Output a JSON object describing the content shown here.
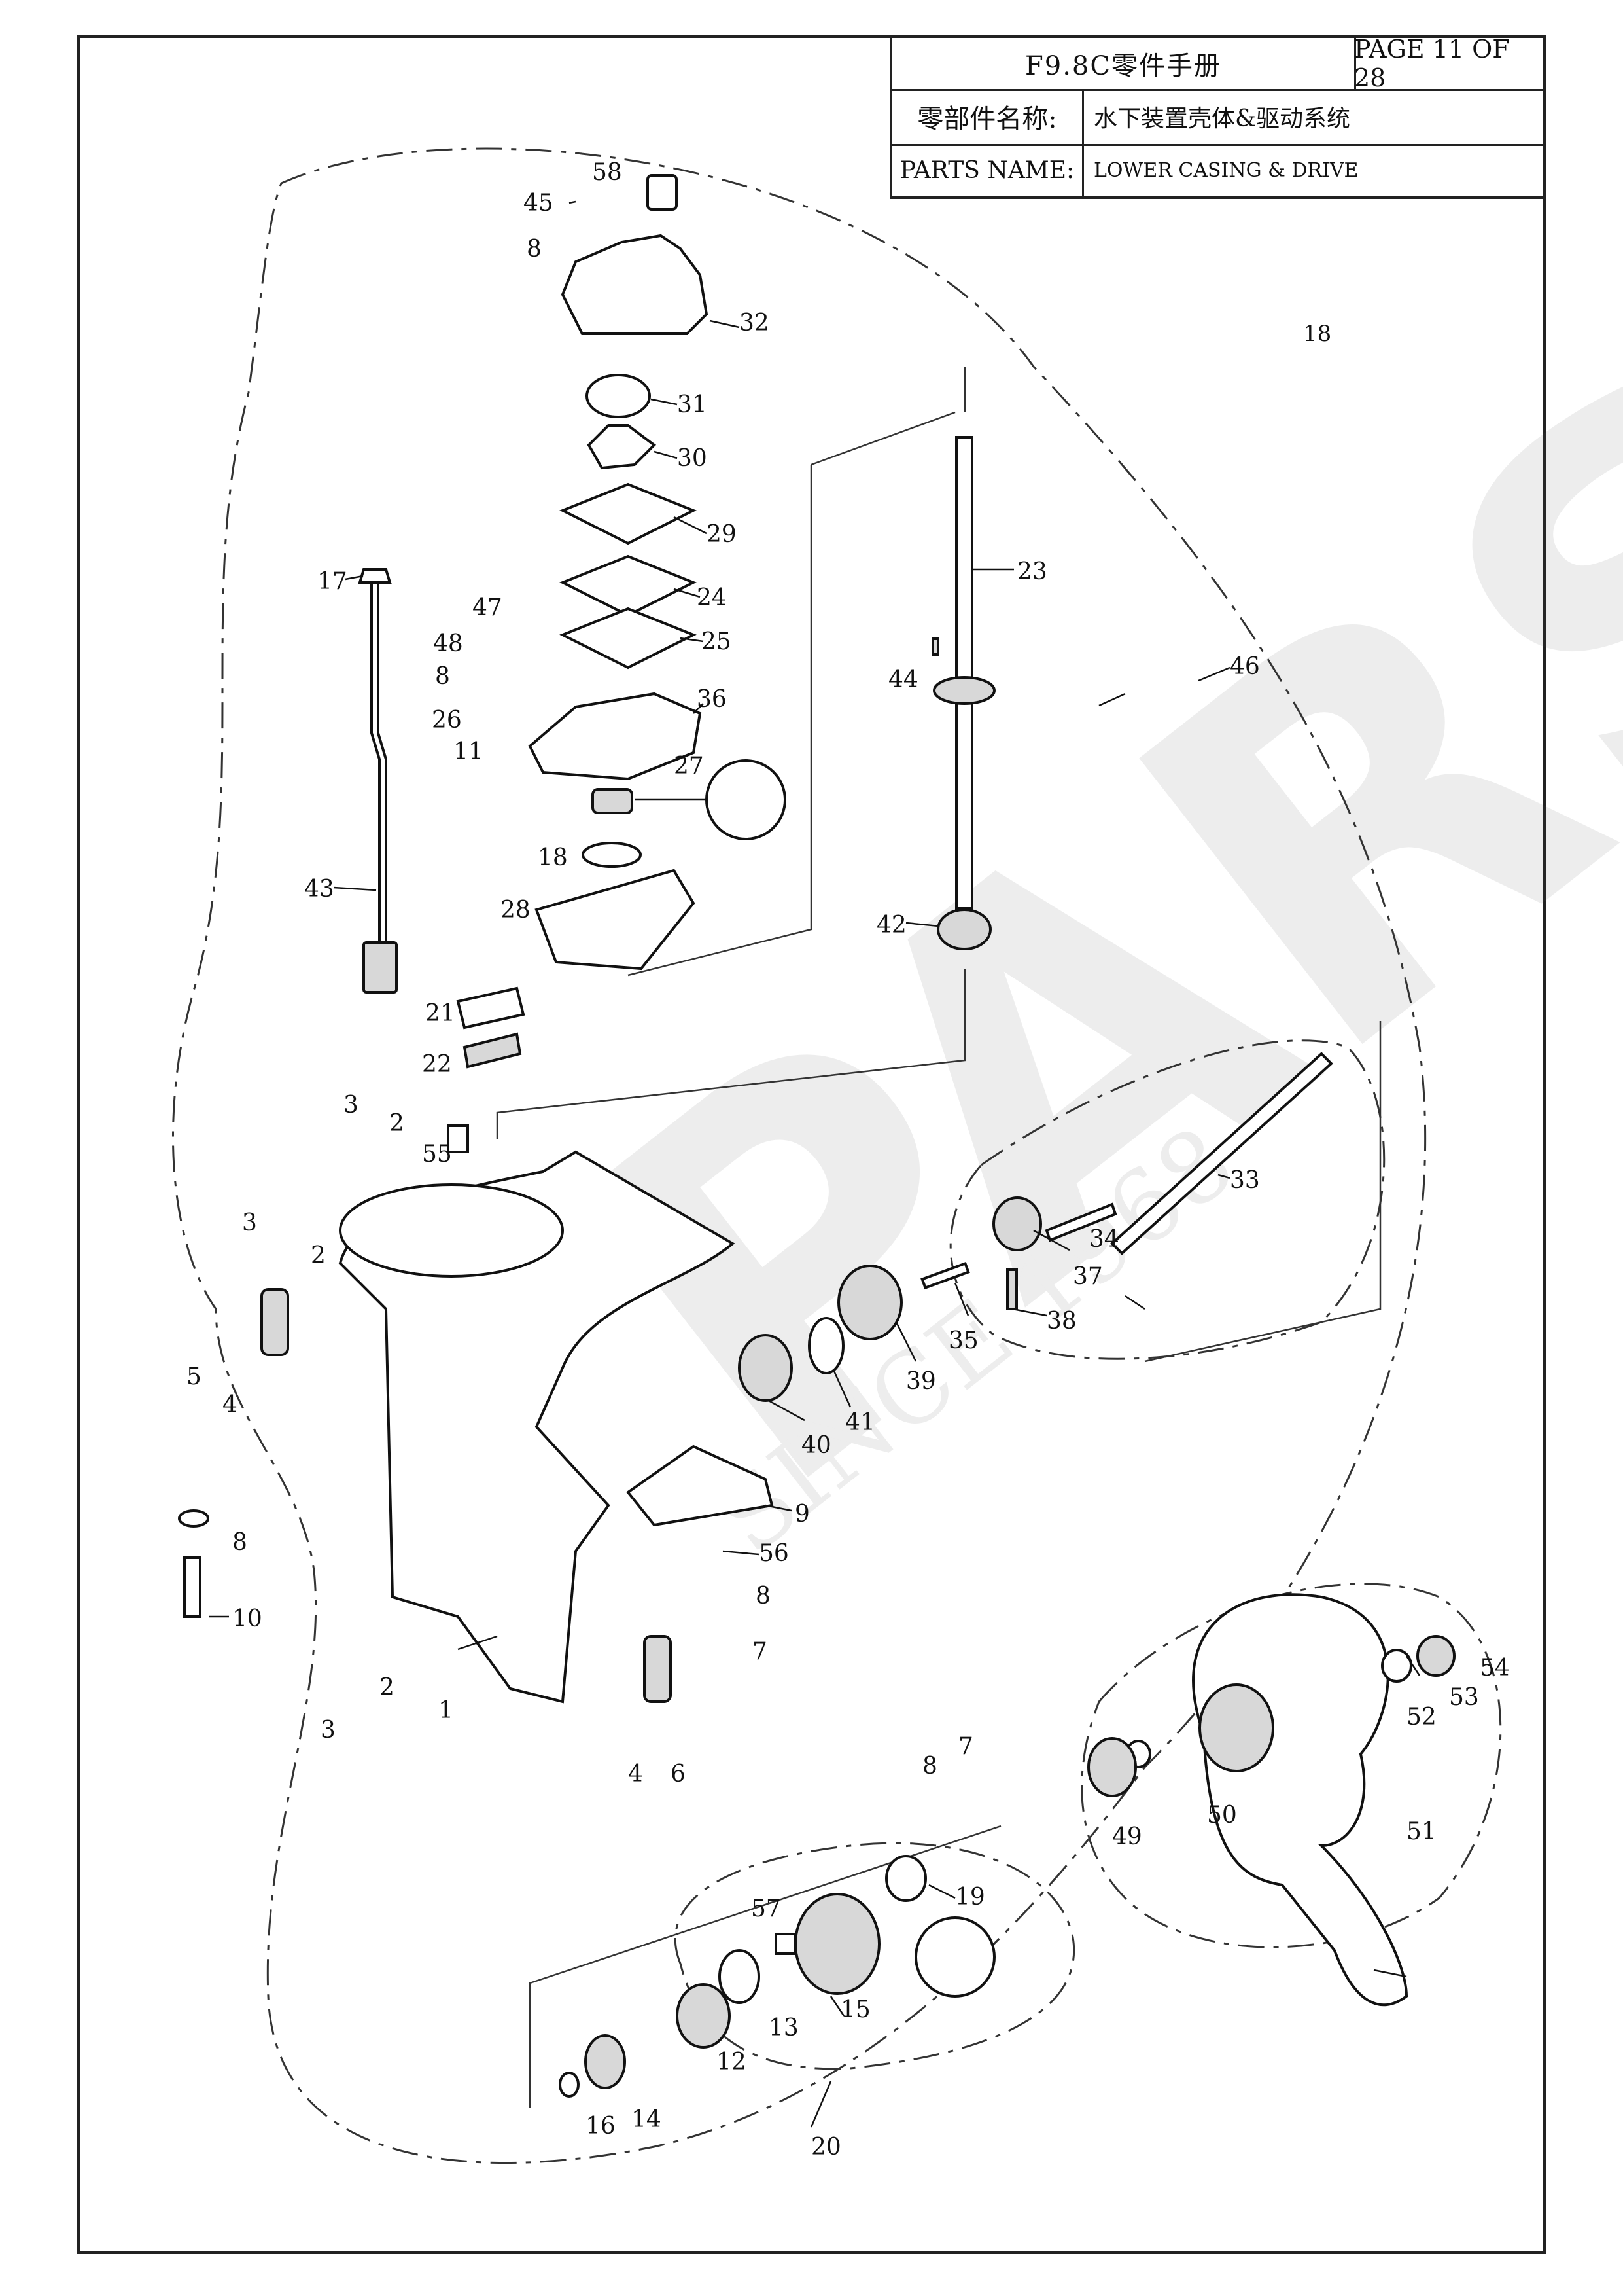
{
  "header": {
    "manual_title": "F9.8C零件手册",
    "page": "PAGE 11 OF 28",
    "cn_label": "零部件名称:",
    "cn_value": "水下装置壳体&驱动系统",
    "en_label": "PARTS NAME:",
    "en_value": "LOWER CASING & DRIVE"
  },
  "stray_label": "18",
  "watermark": {
    "brand": "PARSUN",
    "tagline": "SINCE 1968"
  },
  "callouts": [
    "58",
    "45",
    "8",
    "32",
    "31",
    "30",
    "29",
    "24",
    "25",
    "47",
    "48",
    "8",
    "26",
    "11",
    "36",
    "27",
    "18",
    "28",
    "17",
    "43",
    "21",
    "22",
    "23",
    "44",
    "46",
    "42",
    "33",
    "34",
    "37",
    "35",
    "38",
    "39",
    "41",
    "40",
    "3",
    "2",
    "55",
    "3",
    "2",
    "5",
    "4",
    "9",
    "56",
    "8",
    "7",
    "8",
    "10",
    "2",
    "3",
    "1",
    "4",
    "6",
    "54",
    "52",
    "53",
    "51",
    "50",
    "49",
    "7",
    "8",
    "19",
    "57",
    "15",
    "13",
    "12",
    "14",
    "16",
    "20"
  ]
}
